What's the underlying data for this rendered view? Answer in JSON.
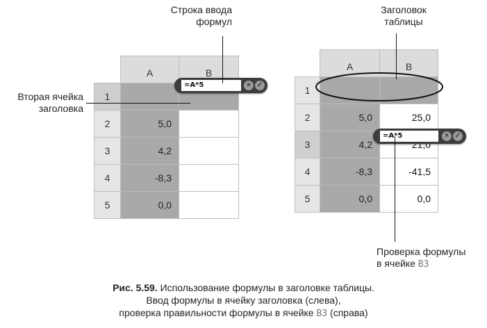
{
  "callouts": {
    "formula_bar_line1": "Строка ввода",
    "formula_bar_line2": "формул",
    "table_header_line1": "Заголовок",
    "table_header_line2": "таблицы",
    "second_header_cell_line1": "Вторая ячейка",
    "second_header_cell_line2": "заголовка",
    "check_formula_line1": "Проверка формулы",
    "check_formula_line2_prefix": "в ячейке ",
    "check_formula_line2_ref": "B3"
  },
  "left_sheet": {
    "columns": [
      "A",
      "B"
    ],
    "rows": [
      {
        "num": "1",
        "a": "",
        "b": ""
      },
      {
        "num": "2",
        "a": "5,0",
        "b": ""
      },
      {
        "num": "3",
        "a": "4,2",
        "b": ""
      },
      {
        "num": "4",
        "a": "-8,3",
        "b": ""
      },
      {
        "num": "5",
        "a": "0,0",
        "b": ""
      }
    ],
    "formula": "=A*5"
  },
  "right_sheet": {
    "columns": [
      "A",
      "B"
    ],
    "rows": [
      {
        "num": "1",
        "a": "",
        "b": ""
      },
      {
        "num": "2",
        "a": "5,0",
        "b": "25,0"
      },
      {
        "num": "3",
        "a": "4,2",
        "b": "21,0"
      },
      {
        "num": "4",
        "a": "-8,3",
        "b": "-41,5"
      },
      {
        "num": "5",
        "a": "0,0",
        "b": "0,0"
      }
    ],
    "formula": "=A*5"
  },
  "caption": {
    "fig_label": "Рис. 5.59.",
    "line1_rest": " Использование формулы в заголовке таблицы.",
    "line2": "Ввод формулы в ячейку заголовка (слева),",
    "line3_prefix": "проверка правильности формулы в ячейке ",
    "line3_ref": "B3",
    "line3_suffix": " (справа)"
  },
  "icons": {
    "cancel": "cancel-icon",
    "accept": "accept-icon"
  }
}
